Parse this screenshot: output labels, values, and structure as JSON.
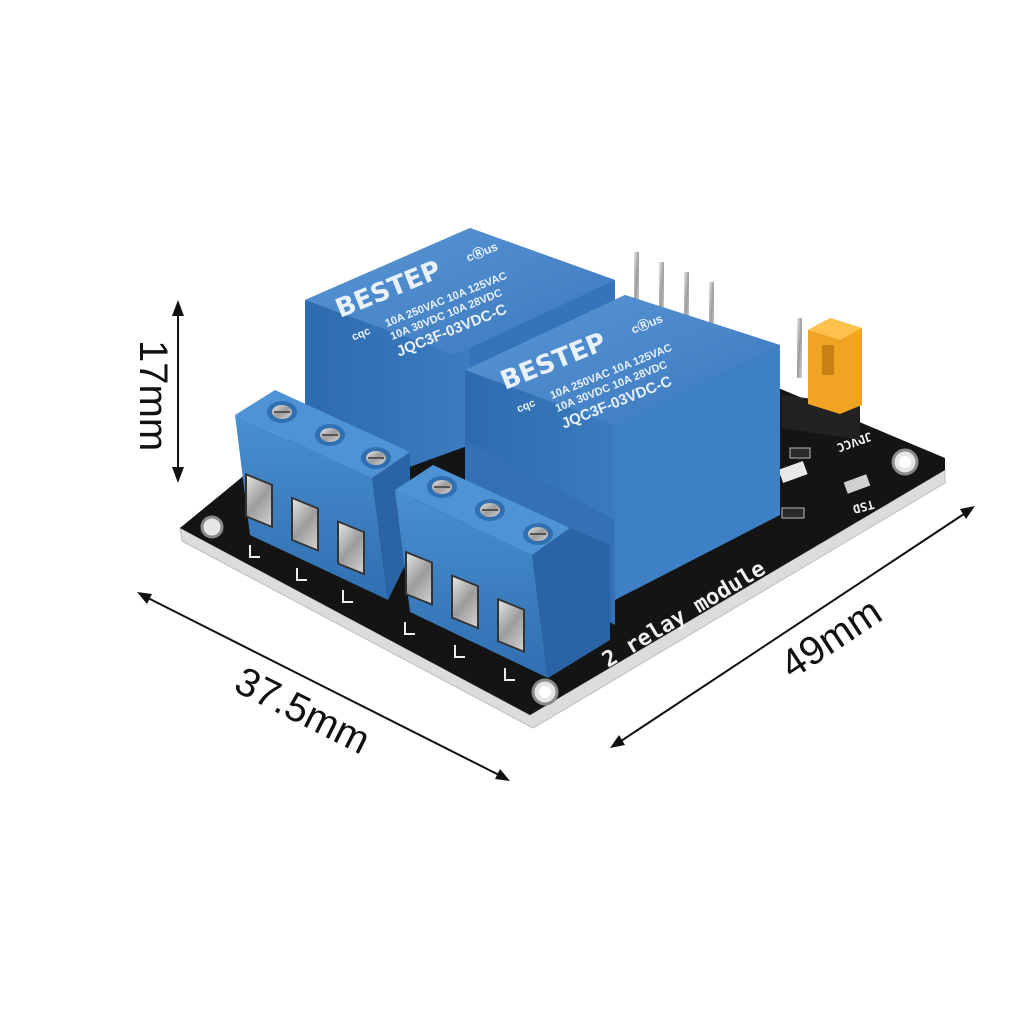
{
  "dimensions": {
    "height": "17mm",
    "width": "37.5mm",
    "length": "49mm"
  },
  "relays": [
    {
      "brand": "BESTEP",
      "rating_line1": "10A 250VAC 10A 125VAC",
      "rating_line2": "10A 30VDC 10A 28VDC",
      "model": "JQC3F-03VDC-C",
      "cert_mark": "cqc",
      "ul_mark": "cⓇus"
    },
    {
      "brand": "BESTEP",
      "rating_line1": "10A 250VAC 10A 125VAC",
      "rating_line2": "10A 30VDC 10A 28VDC",
      "model": "JQC3F-03VDC-C",
      "cert_mark": "cqc",
      "ul_mark": "cⓇus"
    }
  ],
  "board": {
    "label": "2 relay module",
    "header_label": "JDVCC",
    "led_label": "TSD"
  },
  "colors": {
    "relay_blue": "#3f7fc4",
    "terminal_blue": "#3c82c3",
    "pcb_black": "#141414",
    "jumper_yellow": "#f0a422"
  }
}
